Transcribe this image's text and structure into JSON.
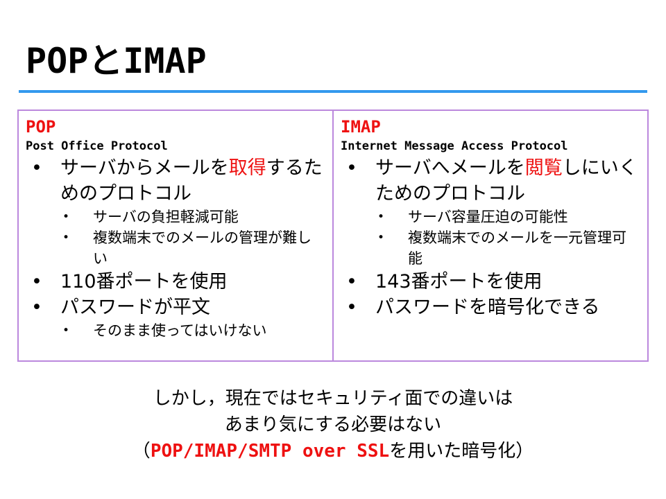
{
  "title": "POPとIMAP",
  "pop": {
    "abbr": "POP",
    "full": "Post Office Protocol",
    "b1_pre": "サーバからメールを",
    "b1_red": "取得",
    "b1_post": "するためのプロトコル",
    "b1_sub1": "サーバの負担軽減可能",
    "b1_sub2": "複数端末でのメールの管理が難しい",
    "b2": "110番ポートを使用",
    "b3": "パスワードが平文",
    "b3_sub1": "そのまま使ってはいけない"
  },
  "imap": {
    "abbr": "IMAP",
    "full": "Internet Message Access Protocol",
    "b1_pre": "サーバへメールを",
    "b1_red": "閲覧",
    "b1_post": "しにいくためのプロトコル",
    "b1_sub1": "サーバ容量圧迫の可能性",
    "b1_sub2": "複数端末でのメールを一元管理可能",
    "b2": "143番ポートを使用",
    "b3": "パスワードを暗号化できる"
  },
  "footer": {
    "line1": "しかし，現在ではセキュリティ面での違いは",
    "line2": "あまり気にする必要はない",
    "line3_open": "（",
    "line3_red": "POP/IMAP/SMTP over SSL",
    "line3_post": "を用いた暗号化）"
  }
}
